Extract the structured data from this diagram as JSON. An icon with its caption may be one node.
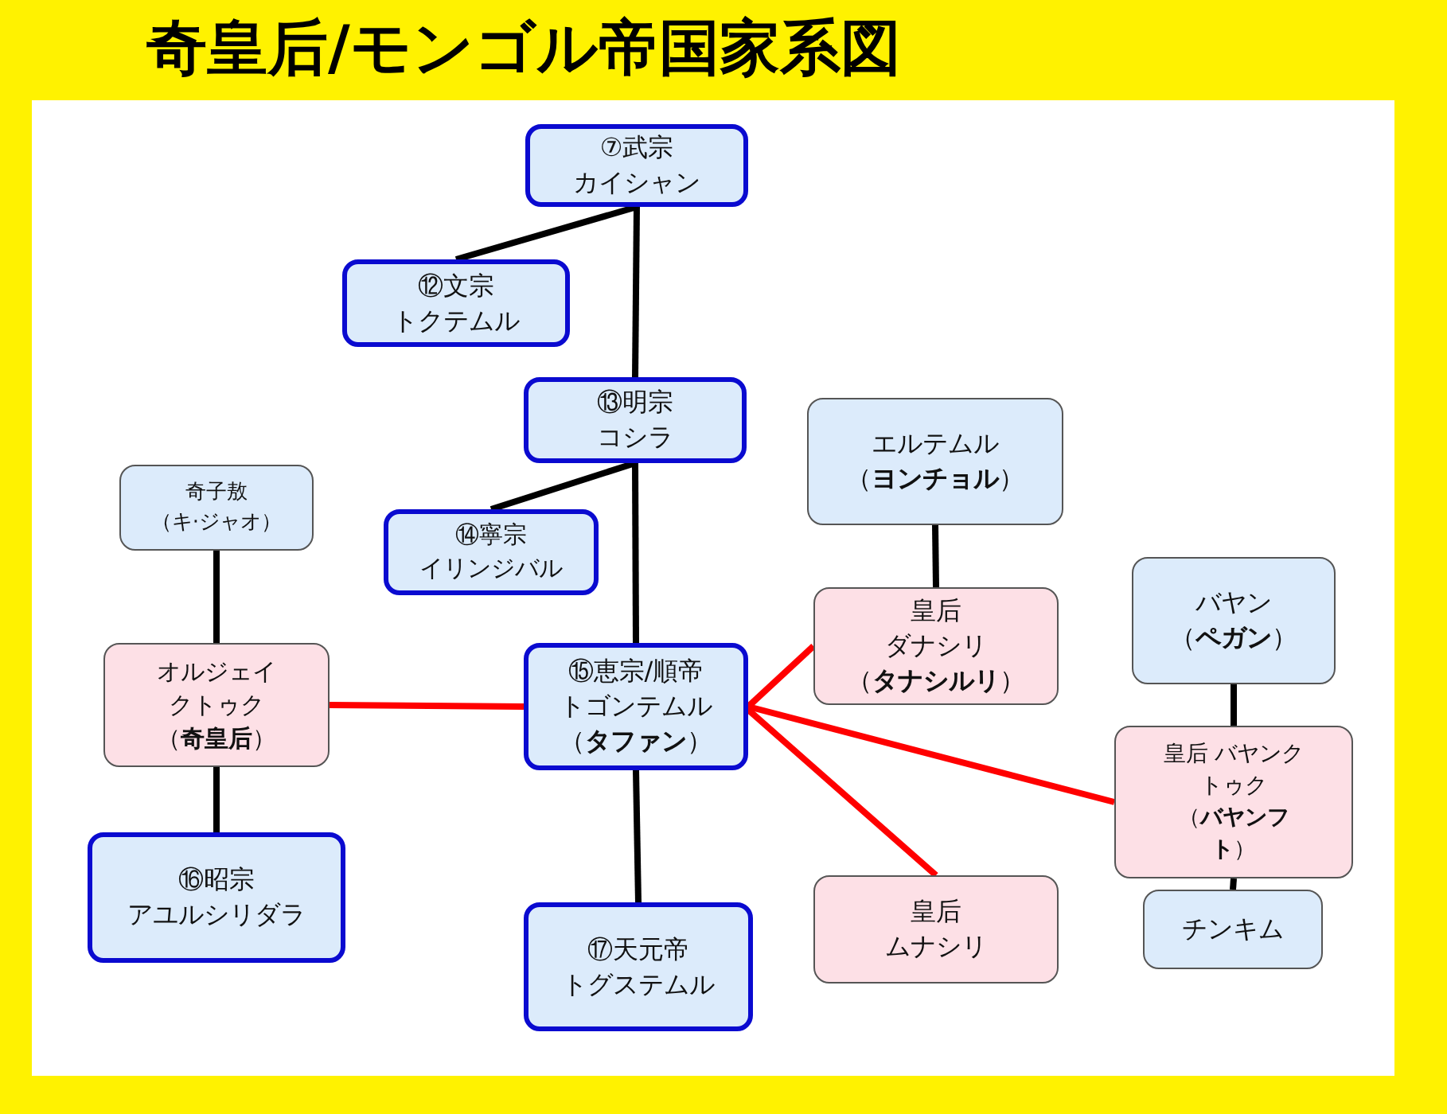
{
  "diagram": {
    "title": "奇皇后/モンゴル帝国家系図",
    "nodes": [
      {
        "text": [
          "⑦武宗",
          "カイシャン"
        ]
      },
      {
        "text": [
          "⑫文宗",
          "トクテムル"
        ]
      },
      {
        "text": [
          "⑬明宗",
          "コシラ"
        ]
      },
      {
        "text": [
          "奇子敖",
          "（キ·ジャオ）"
        ]
      },
      {
        "text": [
          "⑭寧宗",
          "イリンジバル"
        ]
      },
      {
        "text": [
          "エルテムル",
          "（**ヨンチョル**）"
        ]
      },
      {
        "text": [
          "バヤン",
          "（**ペガン**）"
        ]
      },
      {
        "text": [
          "皇后",
          "ダナシリ",
          "（**タナシルリ**）"
        ]
      },
      {
        "text": [
          "オルジェイクトゥク",
          "（**奇皇后**）"
        ]
      },
      {
        "text": [
          "⑮恵宗/順帝",
          "トゴンテムル",
          "（**タファン**）"
        ]
      },
      {
        "text": [
          "皇后 バヤンクトゥク",
          "（**バヤンフト**）"
        ]
      },
      {
        "text": [
          "⑯昭宗",
          "アユルシリダラ"
        ]
      },
      {
        "text": [
          "皇后",
          "ムナシリ"
        ]
      },
      {
        "text": [
          "チンキム"
        ]
      },
      {
        "text": [
          "⑰天元帝",
          "トグステムル"
        ]
      }
    ],
    "edges": [
      {
        "from": 0,
        "to": 1,
        "arrow": "none"
      },
      {
        "from": 0,
        "to": 2,
        "arrow": "none"
      },
      {
        "from": 2,
        "to": 4,
        "arrow": "none"
      },
      {
        "from": 2,
        "to": 9,
        "arrow": "none"
      },
      {
        "from": 3,
        "to": 8,
        "arrow": "none"
      },
      {
        "from": 8,
        "to": 11,
        "arrow": "none"
      },
      {
        "from": 9,
        "to": 14,
        "arrow": "none"
      },
      {
        "from": 5,
        "to": 7,
        "arrow": "none"
      },
      {
        "from": 6,
        "to": 10,
        "arrow": "none"
      },
      {
        "from": 10,
        "to": 13,
        "arrow": "none"
      },
      {
        "from": 8,
        "to": 9,
        "arrow": "none",
        "color": "#ff0000"
      },
      {
        "from": 9,
        "to": 7,
        "arrow": "none",
        "color": "#ff0000"
      },
      {
        "from": 9,
        "to": 10,
        "arrow": "none",
        "color": "#ff0000"
      },
      {
        "from": 9,
        "to": 12,
        "arrow": "none",
        "color": "#ff0000"
      }
    ]
  }
}
